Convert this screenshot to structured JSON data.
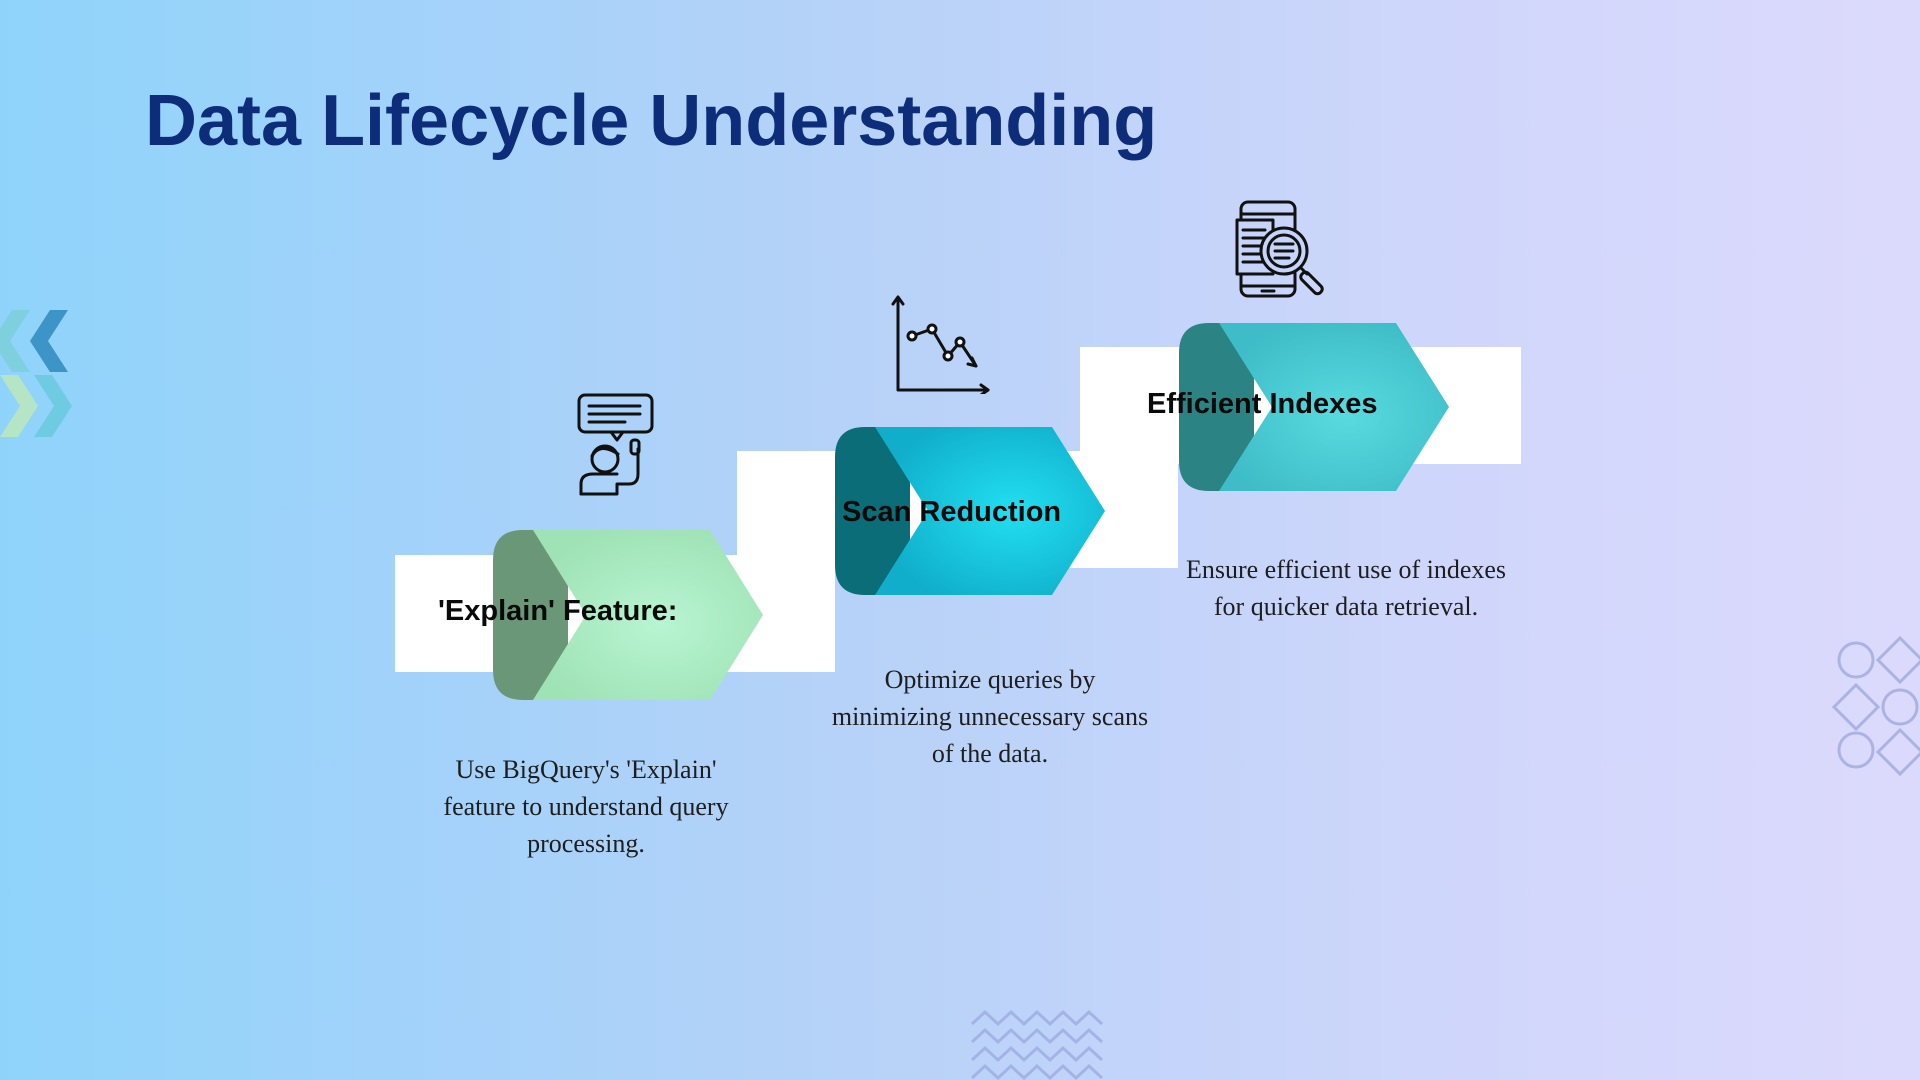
{
  "title": "Data Lifecycle Understanding",
  "steps": [
    {
      "label": "'Explain' Feature:",
      "description": "Use BigQuery's 'Explain' feature to understand query processing.",
      "icon": "presenter-speech-icon",
      "colors": {
        "dark": "#6a9777",
        "light_center": "#b8f5d2",
        "light_edge": "#9fe2b5"
      }
    },
    {
      "label": "Scan Reduction",
      "description": "Optimize queries by minimizing unnecessary scans of the data.",
      "icon": "line-chart-decrease-icon",
      "colors": {
        "dark": "#0b6d78",
        "light_center": "#22dff0",
        "light_edge": "#10aecb"
      }
    },
    {
      "label": "Efficient Indexes",
      "description": "Ensure efficient use of indexes for quicker data retrieval.",
      "icon": "document-search-icon",
      "colors": {
        "dark": "#2b8383",
        "light_center": "#58dbdf",
        "light_edge": "#3ebcc7"
      }
    }
  ],
  "colors": {
    "title": "#0d2d7a",
    "background_left": "#8fd3fb",
    "background_right": "#dcdafc",
    "card": "#ffffff"
  }
}
